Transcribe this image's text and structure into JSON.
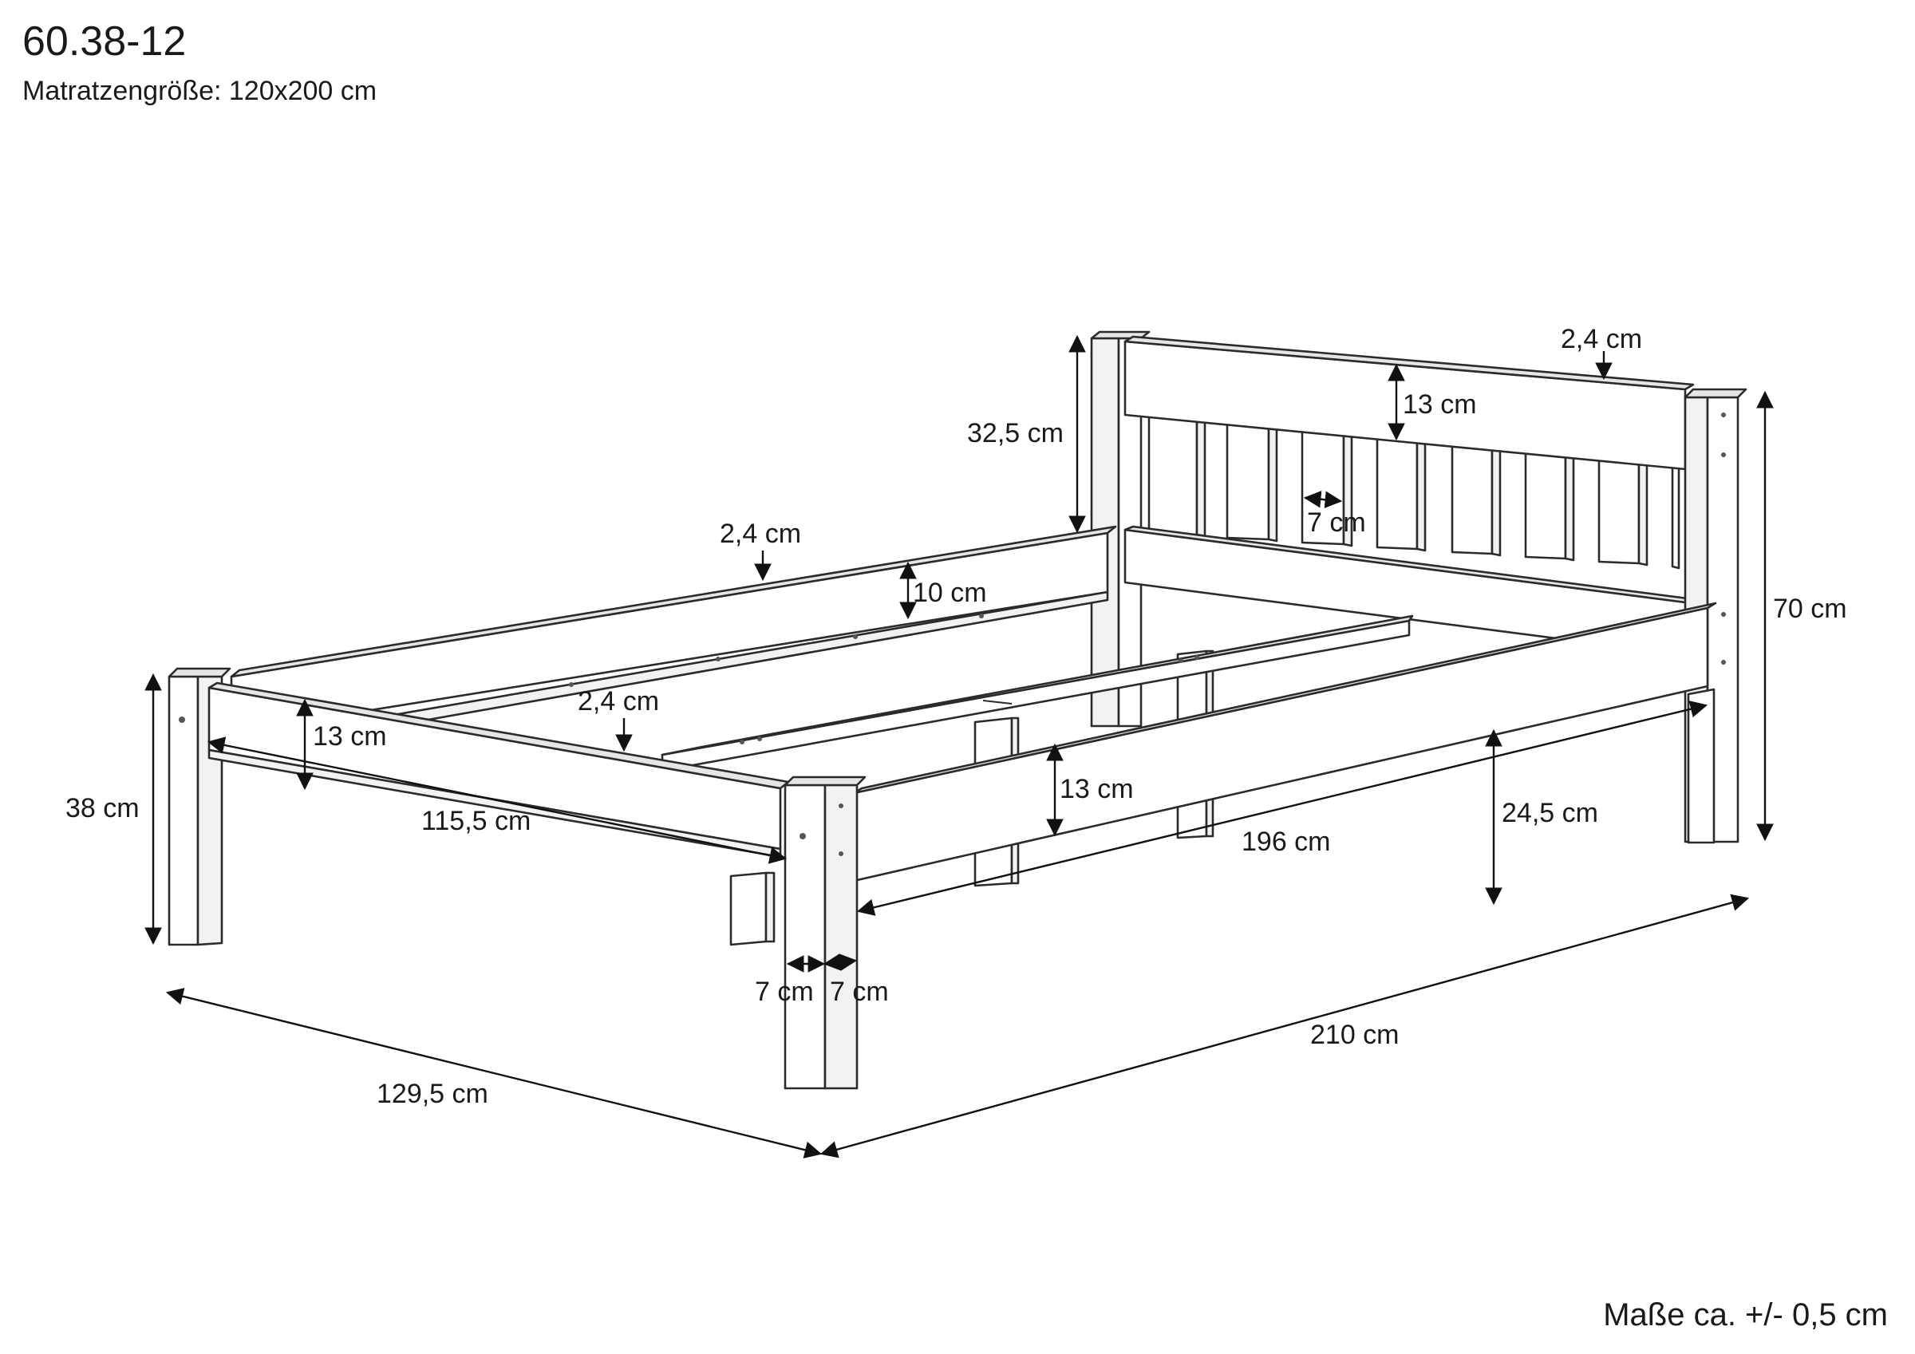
{
  "header": {
    "model": "60.38-12",
    "mattress_label": "Matratzengröße: 120x200 cm"
  },
  "footer": {
    "tolerance": "Maße ca. +/- 0,5 cm"
  },
  "dimensions": {
    "headboard_post_height": "32,5 cm",
    "headboard_top_thickness": "2,4 cm",
    "headboard_rail_height": "13 cm",
    "slat_width": "7 cm",
    "total_head_height": "70 cm",
    "side_rail_thickness": "2,4 cm",
    "side_rail_height": "10 cm",
    "center_beam_thickness": "2,4 cm",
    "foot_rail_height": "13 cm",
    "foot_height": "38 cm",
    "inner_width": "115,5 cm",
    "side_front_rail_height": "13 cm",
    "inner_length": "196 cm",
    "underbed_clearance": "24,5 cm",
    "leg_width_a": "7 cm",
    "leg_width_b": "7 cm",
    "total_width": "129,5 cm",
    "total_length": "210 cm"
  }
}
